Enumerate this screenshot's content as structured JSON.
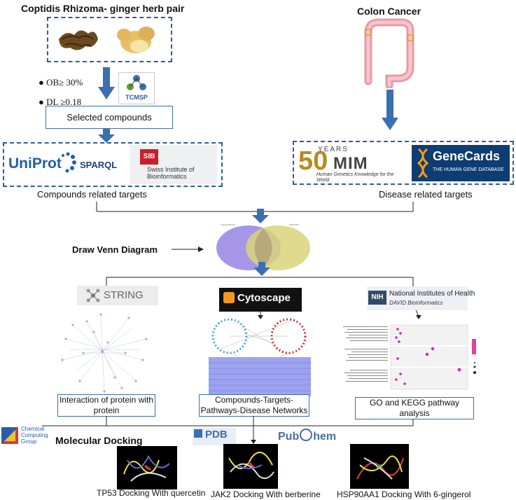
{
  "herb": {
    "title": "Coptidis Rhizoma- ginger herb pair",
    "criteria": [
      "OB≥ 30%",
      "DL ≥0.18"
    ],
    "tcmsp": "TCMSP",
    "selected": "Selected compounds"
  },
  "compound_db": {
    "uniprot": "UniProt",
    "sparql": "SPARQL",
    "sib": "SIB",
    "sib_sub": "Swiss Institute of Bioinformatics"
  },
  "compound_targets": "Compounds related targets",
  "disease": {
    "title": "Colon Cancer",
    "omim_years": "YEARS",
    "omim_num": "50",
    "omim": "MIM",
    "omim_sub": "Human Genetics Knowledge for the World",
    "genecards": "GeneCards",
    "genecards_sub": "THE HUMAN GENE DATABASE",
    "targets": "Disease related targets"
  },
  "venn": {
    "label": "Draw Venn Diagram"
  },
  "tools": {
    "string": "STRING",
    "cytoscape": "Cytoscape",
    "nih": "NIH",
    "nih_title": "National Institutes of Health",
    "nih_sub": "DAVID Bioinformatics"
  },
  "results": {
    "ppi": "Interaction of protein with protein",
    "network": "Compounds-Targets-Pathways-Disease Networks",
    "go": "GO and KEGG pathway analysis"
  },
  "docking": {
    "ccg": "Chemical Computing Group",
    "title": "Molecular Docking",
    "pdb": "PDB",
    "pubchem_a": "Pub",
    "pubchem_b": "hem",
    "captions": [
      "TP53 Docking With quercetin",
      "JAK2 Docking With berberine",
      "HSP90AA1 Docking With 6-gingerol"
    ]
  },
  "colors": {
    "arrow": "#3a6fb0",
    "dash": "#2e5c9a",
    "venn_left": "#9b8be6",
    "venn_right": "#d9d37a"
  }
}
